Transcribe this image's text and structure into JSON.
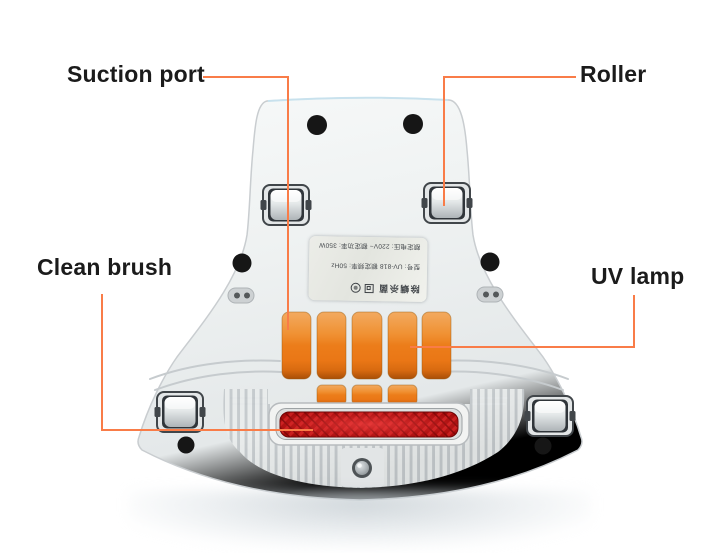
{
  "figure": {
    "type": "annotated-product-photo",
    "subject": "UV vacuum cleaner (mite remover) underside with part callouts"
  },
  "annotations": [
    {
      "id": "suction-port",
      "label": "Suction port"
    },
    {
      "id": "roller",
      "label": "Roller"
    },
    {
      "id": "clean-brush",
      "label": "Clean brush"
    },
    {
      "id": "uv-lamp",
      "label": "UV lamp"
    }
  ],
  "sticker": {
    "brand_line": "除螨杀菌",
    "model_line": "型号: UV-818  额定频率: 50Hz",
    "power_line": "额定电压: 220V~  额定功率: 350W"
  },
  "colors": {
    "background": "#ffffff",
    "leader_line": "#f97c48",
    "label_text": "#1b1b1b",
    "lamp_orange": "#ee8322",
    "brush_red": "#b30e0e",
    "body_gray": "#eceff0"
  }
}
